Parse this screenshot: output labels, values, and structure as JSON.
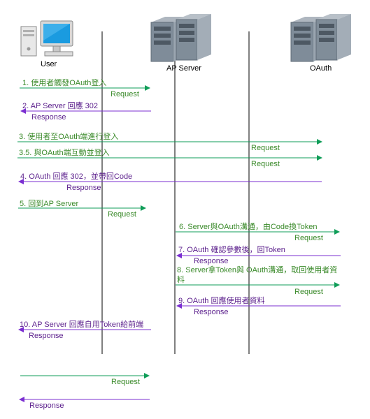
{
  "colors": {
    "request": "#0f9d58",
    "response": "#7b2fd1",
    "lifeline": "#000000"
  },
  "actors": [
    {
      "id": "user",
      "name": "User",
      "icon": "desktop-computer-icon"
    },
    {
      "id": "ap",
      "name": "AP Server",
      "icon": "server-rack-icon"
    },
    {
      "id": "oauth",
      "name": "OAuth",
      "icon": "server-rack-icon"
    }
  ],
  "steps": [
    {
      "id": "s1",
      "text": "1. 使用者觸發OAuth登入",
      "kind": "Request"
    },
    {
      "id": "s2",
      "text": "2. AP Server 回應 302",
      "kind": "Response"
    },
    {
      "id": "s3",
      "text": "3. 使用者至OAuth端進行登入",
      "kind": "Request"
    },
    {
      "id": "s35",
      "text": "3.5. 與OAuth端互動並登入",
      "kind": "Request"
    },
    {
      "id": "s4",
      "text": "4. OAuth 回應 302，並帶回Code",
      "kind": "Response"
    },
    {
      "id": "s5",
      "text": "5. 回到AP Server",
      "kind": "Request"
    },
    {
      "id": "s6",
      "text": "6. Server與OAuth溝通，由Code換Token",
      "kind": "Request"
    },
    {
      "id": "s7",
      "text": "7. OAuth 確認參數後，回Token",
      "kind": "Response"
    },
    {
      "id": "s8",
      "text": "8. Server拿Token與 OAuth溝通，取回使用者資料",
      "kind": "Request"
    },
    {
      "id": "s9",
      "text": "9. OAuth 回應使用者資料",
      "kind": "Response"
    },
    {
      "id": "s10",
      "text": "10. AP Server 回應自用Token給前端",
      "kind": "Response"
    }
  ],
  "legend": {
    "request": "Request",
    "response": "Response"
  }
}
